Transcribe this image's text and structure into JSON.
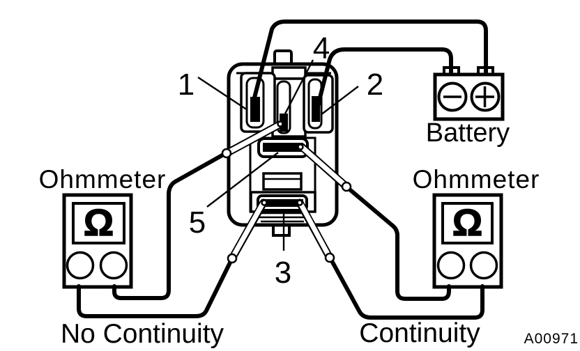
{
  "figure_code": "A00971",
  "ink_color": "#000000",
  "background_color": "#ffffff",
  "relay": {
    "terminals": {
      "t1": "1",
      "t2": "2",
      "t3": "3",
      "t4": "4",
      "t5": "5"
    }
  },
  "battery": {
    "label": "Battery",
    "negative_symbol": "-",
    "positive_symbol": "+"
  },
  "ohmmeter_left": {
    "label": "Ohmmeter",
    "display_symbol": "Ω",
    "result": "No Continuity"
  },
  "ohmmeter_right": {
    "label": "Ohmmeter",
    "display_symbol": "Ω",
    "result": "Continuity"
  }
}
